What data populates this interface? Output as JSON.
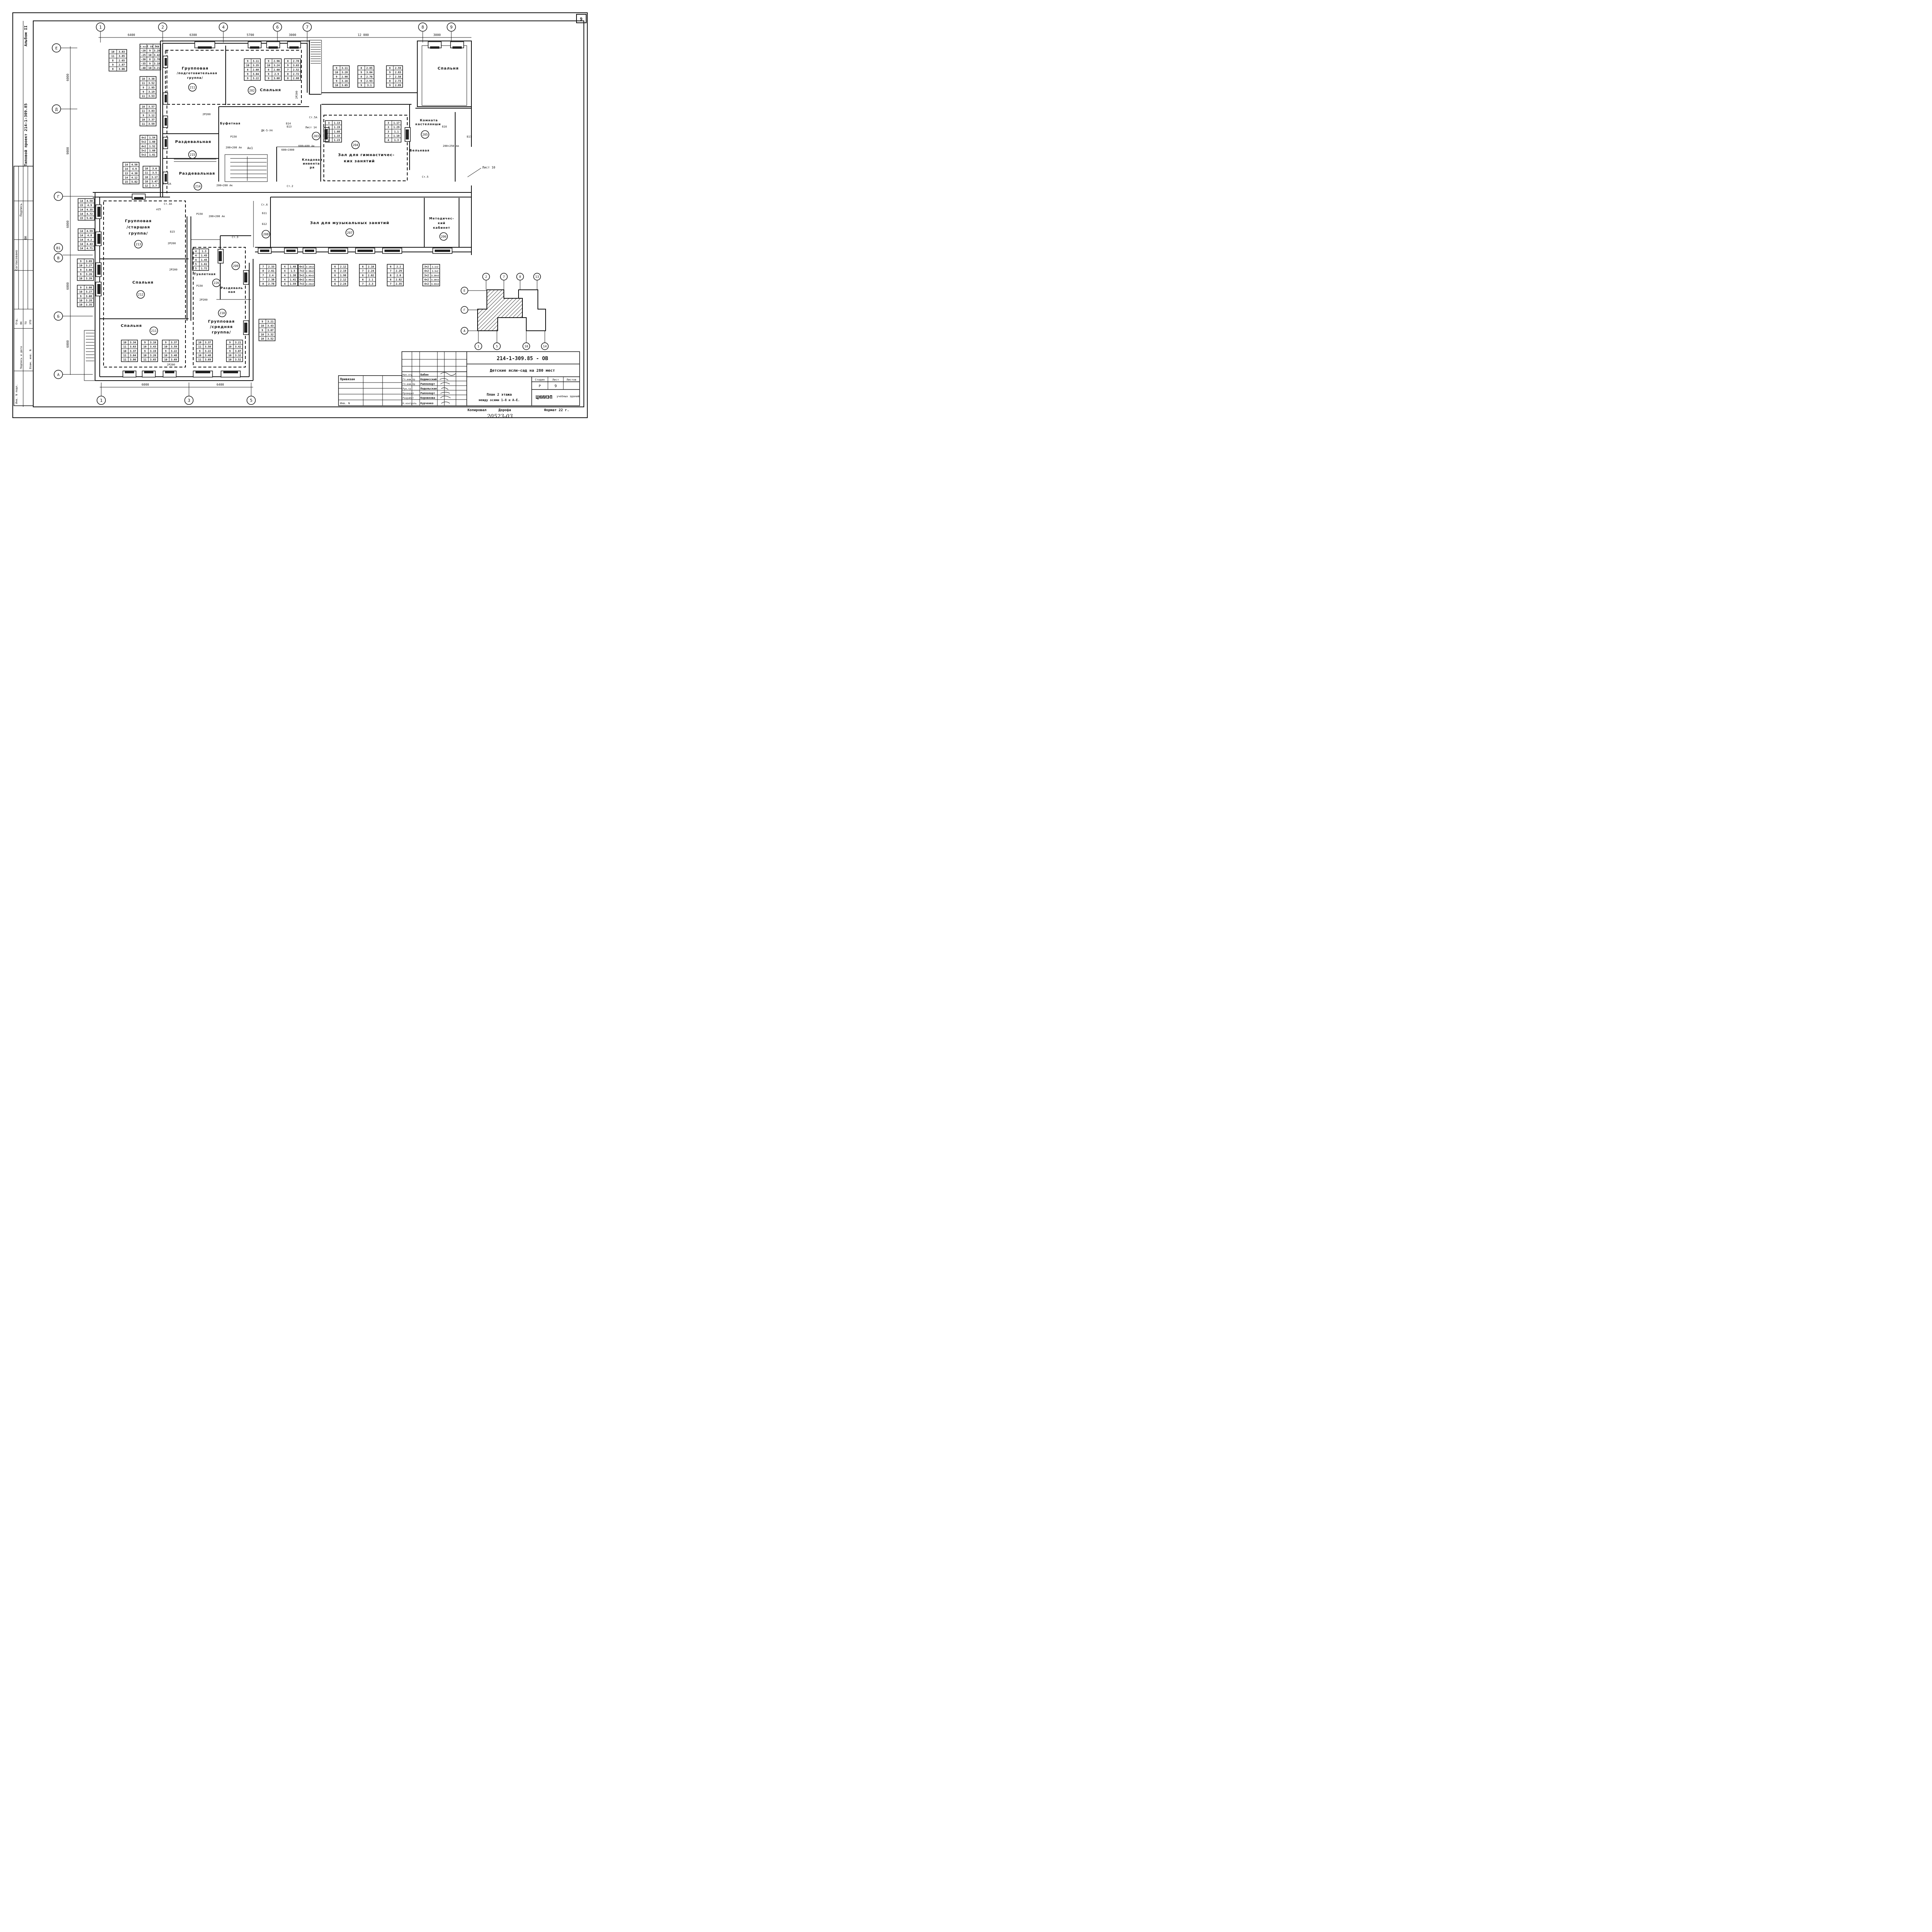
{
  "sheet_number": "9",
  "album": "Альбом II",
  "project_vertical": "Типовой проект 214-1-309.85",
  "grid_top": [
    "1",
    "2",
    "4",
    "6",
    "7",
    "8",
    "9"
  ],
  "grid_bottom": [
    "1",
    "3",
    "5"
  ],
  "grid_left": [
    "Е",
    "Д",
    "Г",
    "В1",
    "В",
    "Б",
    "А"
  ],
  "dims_top": [
    "6400",
    "6300",
    "5700",
    "3000",
    "12 000",
    "3000"
  ],
  "dims_bottom": [
    "6000",
    "6400"
  ],
  "dims_left": [
    "6000",
    "9000",
    "6000",
    "6000",
    "6000"
  ],
  "rooms": [
    {
      "id": "211a",
      "num": "211",
      "lines": [
        "Групповая",
        "/подготовительная",
        "группа/"
      ]
    },
    {
      "id": "202",
      "num": "202",
      "lines": [
        "Спальня"
      ]
    },
    {
      "id": "215",
      "num": "215",
      "lines": [
        "Раздевальная"
      ]
    },
    {
      "id": "214a",
      "num": "214",
      "lines": [
        "Раздевальная"
      ]
    },
    {
      "id": "buf",
      "num": "",
      "lines": [
        "Буфетная"
      ]
    },
    {
      "id": "203",
      "num": "203",
      "lines": []
    },
    {
      "id": "204",
      "num": "204",
      "lines": [
        "Зал для гимнастичес-",
        "ких занятий"
      ]
    },
    {
      "id": "kl",
      "num": "",
      "lines": [
        "Кладовая",
        "инвента-",
        "ря"
      ]
    },
    {
      "id": "205",
      "num": "205",
      "lines": [
        "Комната",
        "кастелянши"
      ]
    },
    {
      "id": "bel",
      "num": "",
      "lines": [
        "Бельевая"
      ]
    },
    {
      "id": "spr",
      "num": "",
      "lines": [
        "Спальня"
      ]
    },
    {
      "id": "213",
      "num": "213",
      "lines": [
        "Групповая",
        "/старшая",
        "группа/"
      ]
    },
    {
      "id": "212",
      "num": "212",
      "lines": [
        "Спальня"
      ]
    },
    {
      "id": "211b",
      "num": "211",
      "lines": [
        "Спальня"
      ]
    },
    {
      "id": "210",
      "num": "210",
      "lines": [
        "Групповая",
        "/средняя",
        "группа/"
      ]
    },
    {
      "id": "209",
      "num": "209",
      "lines": []
    },
    {
      "id": "226",
      "num": "226",
      "lines": []
    },
    {
      "id": "razd",
      "num": "",
      "lines": [
        "Раздеваль",
        "ная"
      ]
    },
    {
      "id": "tua",
      "num": "",
      "lines": [
        "Туалетная"
      ]
    },
    {
      "id": "207",
      "num": "207",
      "lines": [
        "Зал для музыкальных занятий"
      ]
    },
    {
      "id": "206",
      "num": "206",
      "lines": [
        "Методичес-",
        "кий",
        "кабинет"
      ]
    },
    {
      "id": "208",
      "num": "208",
      "lines": []
    }
  ],
  "labels": {
    "ak1": "Ак1",
    "list10": "Лист 10",
    "list14": "Лист 14",
    "st2a": "Ст.2А",
    "st3a": "Ст.3А",
    "st2": "Ст.2",
    "st3": "Ст.3",
    "st5": "Ст.5",
    "st5a": "Ст.5А",
    "st6": "Ст.6",
    "b11": "Б11",
    "b12": "Б12",
    "b13": "Б13",
    "b14": "Б14",
    "b15": "Б15",
    "b16": "Б16",
    "b17": "Б17",
    "p150a": "Р150",
    "p150b": "Р150",
    "p150c": "Р150",
    "k200a": "2Р200",
    "k200b": "2Р200",
    "k200c": "2Р200",
    "k200d": "2Р200",
    "k200e": "2Р200",
    "k200f": "2Р200",
    "v25": "∅25",
    "vent1": "200×200 Ак",
    "vent2": "200×200 Ак",
    "vent3": "200×250 Ак",
    "vent4": "600×1900",
    "vent5": "600×400 Ак",
    "vent6": "200×200 Ак",
    "dk": "ДК-5-У4",
    "stamp_code": "20523-03"
  },
  "tables": {
    "tl1": [
      [
        "10",
        "3.83"
      ],
      [
        "11",
        "3.85"
      ],
      [
        "8",
        "2.65"
      ],
      [
        "9",
        "2.87"
      ],
      [
        "8",
        "3.06"
      ]
    ],
    "tl2": [
      [
        "t нсс",
        "t ск",
        "3кв"
      ],
      [
        "-20",
        "9",
        "3.28"
      ],
      [
        "-25",
        "10",
        "3.42"
      ],
      [
        "-30",
        "8",
        "2.78"
      ],
      [
        "-35",
        "9",
        "3.18"
      ],
      [
        "-40",
        "10",
        "3.21"
      ]
    ],
    "l3": [
      [
        "10",
        "3.38"
      ],
      [
        "11",
        "3.52"
      ],
      [
        "9",
        "2.95"
      ],
      [
        "9",
        "3.19"
      ],
      [
        "11",
        "3.53"
      ]
    ],
    "l4": [
      [
        "10",
        "3.57"
      ],
      [
        "11",
        "3.83"
      ],
      [
        "9",
        "3.12"
      ],
      [
        "10",
        "3.37"
      ],
      [
        "11",
        "3.59"
      ]
    ],
    "l5": [
      [
        "4×2",
        "1.54"
      ],
      [
        "5×2",
        "1.60"
      ],
      [
        "4×2",
        "1.52"
      ],
      [
        "5×2",
        "1.60"
      ],
      [
        "5×2",
        "1.61"
      ]
    ],
    "l6": [
      [
        "14",
        "4.58"
      ],
      [
        "14",
        "4.9"
      ],
      [
        "13",
        "4.38"
      ],
      [
        "14",
        "4.12"
      ],
      [
        "15",
        "5.02"
      ]
    ],
    "l7": [
      [
        "10",
        "3.6"
      ],
      [
        "11",
        "3.5"
      ],
      [
        "10",
        "3.17"
      ],
      [
        "10",
        "3.47"
      ],
      [
        "12",
        "3.7"
      ]
    ],
    "l8": [
      [
        "14",
        "4.58"
      ],
      [
        "15",
        "4.9"
      ],
      [
        "14",
        "4.35"
      ],
      [
        "14",
        "4.72"
      ],
      [
        "15",
        "5.02"
      ]
    ],
    "l9": [
      [
        "14",
        "4.59"
      ],
      [
        "14",
        "4.8"
      ],
      [
        "14",
        "4.2"
      ],
      [
        "14",
        "4.43"
      ],
      [
        "14",
        "4.71"
      ]
    ],
    "l10": [
      [
        "9",
        "3.09"
      ],
      [
        "10",
        "3.27"
      ],
      [
        "9",
        "3.08"
      ],
      [
        "9",
        "3.26"
      ],
      [
        "10",
        "3.39"
      ]
    ],
    "l11": [
      [
        "9",
        "3.08"
      ],
      [
        "10",
        "3.27"
      ],
      [
        "9",
        "3.08"
      ],
      [
        "10",
        "3.28"
      ],
      [
        "10",
        "3.35"
      ]
    ],
    "t202a": [
      [
        "9",
        "3.11"
      ],
      [
        "10",
        "3.35"
      ],
      [
        "8",
        "2.68"
      ],
      [
        "9",
        "3.04"
      ],
      [
        "9",
        "3.22"
      ]
    ],
    "t202b": [
      [
        "9",
        "2.96"
      ],
      [
        "10",
        "3.24"
      ],
      [
        "8",
        "2.60"
      ],
      [
        "9",
        "2.9"
      ],
      [
        "9",
        "3.08"
      ]
    ],
    "t202c": [
      [
        "8",
        "2.78"
      ],
      [
        "9",
        "3.03"
      ],
      [
        "7",
        "2.52"
      ],
      [
        "8",
        "2.72"
      ],
      [
        "8",
        "2.88"
      ]
    ],
    "tr1": [
      [
        "9",
        "3.11"
      ],
      [
        "10",
        "3.28"
      ],
      [
        "9",
        "2.98"
      ],
      [
        "9",
        "3.16"
      ],
      [
        "10",
        "3.05"
      ]
    ],
    "tr2": [
      [
        "8",
        "2.85"
      ],
      [
        "9",
        "3.04"
      ],
      [
        "8",
        "2.76"
      ],
      [
        "9",
        "2.93"
      ],
      [
        "9",
        "3.1"
      ]
    ],
    "tr3": [
      [
        "8",
        "2.59"
      ],
      [
        "9",
        "2.83"
      ],
      [
        "7",
        "2.58"
      ],
      [
        "8",
        "2.73"
      ],
      [
        "9",
        "2.89"
      ]
    ],
    "tg1": [
      [
        "3",
        "1.13"
      ],
      [
        "3",
        "1.19"
      ],
      [
        "3",
        "1.08"
      ],
      [
        "3",
        "1.15"
      ],
      [
        "4",
        "1.23"
      ]
    ],
    "tg2": [
      [
        "3",
        "1.17"
      ],
      [
        "3",
        "1.29"
      ],
      [
        "3",
        "1.1"
      ],
      [
        "3",
        "1.18"
      ],
      [
        "4",
        "1.3"
      ]
    ],
    "tt": [
      [
        "4",
        "1.3"
      ],
      [
        "4",
        "1.45"
      ],
      [
        "4",
        "1.45"
      ],
      [
        "5",
        "1.61"
      ],
      [
        "5",
        "1.72"
      ]
    ],
    "bm1": [
      [
        "7",
        "2.33"
      ],
      [
        "8",
        "2.61"
      ],
      [
        "7",
        "2.4"
      ],
      [
        "7",
        "2.38"
      ],
      [
        "8",
        "2.78"
      ]
    ],
    "bm2": [
      [
        "4",
        "1.48"
      ],
      [
        "4",
        "1.5"
      ],
      [
        "4",
        "1.38"
      ],
      [
        "4",
        "1.41"
      ],
      [
        "4",
        "1.59"
      ]
    ],
    "bm3": [
      [
        "6×2",
        "2.19×2"
      ],
      [
        "7×2",
        "2.38×2"
      ],
      [
        "5×2",
        "1.95×2"
      ],
      [
        "6×2",
        "2.06×2"
      ],
      [
        "7×2",
        "2.24×2"
      ]
    ],
    "bm4": [
      [
        "6",
        "2.12"
      ],
      [
        "6",
        "2.19"
      ],
      [
        "6",
        "1.98"
      ],
      [
        "6",
        "2.12"
      ],
      [
        "6",
        "2.24"
      ]
    ],
    "bm5": [
      [
        "6",
        "2.16"
      ],
      [
        "7",
        "2.24"
      ],
      [
        "6",
        "2.02"
      ],
      [
        "6",
        "2.1"
      ],
      [
        "7",
        "2.3"
      ]
    ],
    "bm6": [
      [
        "6",
        "2.2"
      ],
      [
        "7",
        "2.29"
      ],
      [
        "6",
        "2.0"
      ],
      [
        "6",
        "2.82"
      ],
      [
        "7",
        "2.35"
      ]
    ],
    "bm7": [
      [
        "3×2",
        "2.1×2"
      ],
      [
        "4×2",
        "3.3×2"
      ],
      [
        "3×2",
        "3.16×2"
      ],
      [
        "4×2",
        "3.28×2"
      ],
      [
        "4×2",
        "3.33×2"
      ]
    ],
    "rb": [
      [
        "9",
        "3.21"
      ],
      [
        "10",
        "3.43"
      ],
      [
        "9",
        "3.07"
      ],
      [
        "10",
        "3.32"
      ],
      [
        "10",
        "3.52"
      ]
    ],
    "bb1": [
      [
        "10",
        "3.34"
      ],
      [
        "11",
        "3.63"
      ],
      [
        "10",
        "3.37"
      ],
      [
        "11",
        "3.64"
      ],
      [
        "11",
        "3.86"
      ]
    ],
    "bb2": [
      [
        "9",
        "3.16"
      ],
      [
        "10",
        "3.43"
      ],
      [
        "9",
        "3.19"
      ],
      [
        "10",
        "3.26"
      ],
      [
        "11",
        "3.65"
      ]
    ],
    "bb3": [
      [
        "9",
        "3.37"
      ],
      [
        "10",
        "3.59"
      ],
      [
        "9",
        "3.22"
      ],
      [
        "10",
        "3.48"
      ],
      [
        "10",
        "3.69"
      ]
    ],
    "bb4": [
      [
        "10",
        "3.37"
      ],
      [
        "11",
        "3.58"
      ],
      [
        "9",
        "3.22"
      ],
      [
        "10",
        "3.48"
      ],
      [
        "11",
        "3.69"
      ]
    ],
    "bb5": [
      [
        "9",
        "3.21"
      ],
      [
        "10",
        "3.42"
      ],
      [
        "9",
        "3.07"
      ],
      [
        "10",
        "3.32"
      ],
      [
        "10",
        "3.52"
      ]
    ]
  },
  "keyplan": {
    "top": [
      "2",
      "7",
      "8",
      "13"
    ],
    "bottom": [
      "1",
      "5",
      "10",
      "14"
    ],
    "left": [
      "Е",
      "Г",
      "А"
    ]
  },
  "title_block": {
    "code": "214-1-309.85 - ОВ",
    "project": "Детские ясли-сад на 280 мест",
    "stage_h": "Стадия",
    "sheet_h": "Лист",
    "sheets_h": "Листов",
    "stage": "Р",
    "sheet": "9",
    "sheets": "",
    "title1": "План 2 этажа",
    "title2": "между осями 1-8 и А-Е.",
    "org1": "ЦНИИЭП",
    "org2": "учебных зданий",
    "copied": "Копировал",
    "copied_by": "Дорофа",
    "format": "Формат 22 г.",
    "privyazan": "Привязан",
    "inv": "Инв. N",
    "roles": [
      "Нач.отд",
      "Гл.инж.пр",
      "Гл.инж.пр",
      "Рук.гр",
      "Проверил",
      "Разработ",
      "Н.контроль"
    ],
    "names": [
      "Бабин",
      "Кедмисский",
      "Раппопорт",
      "Подольская",
      "Раппопорт",
      "Коровкова",
      "Курченко"
    ]
  },
  "left_stamp": {
    "soglasovano": "Согласовано",
    "cols": [
      "Подпись",
      "ВК"
    ],
    "rows": [
      [
        "Отд.",
        "Подпись"
      ],
      [
        "ВК",
        ""
      ],
      [
        "ТО",
        ""
      ],
      [
        "ЭТО",
        ""
      ]
    ],
    "inv_podl": "Инв. N подл.",
    "podpis_data": "Подпись и дата",
    "vzam": "Взам. инв. N"
  }
}
